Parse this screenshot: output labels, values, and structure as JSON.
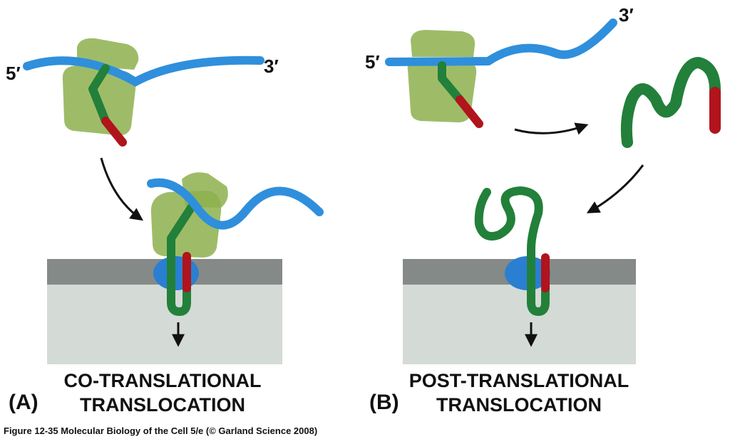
{
  "panel_a": {
    "letter": "(A)",
    "title_line1": "CO-TRANSLATIONAL",
    "title_line2": "TRANSLOCATION",
    "mrna_5": "5′",
    "mrna_3": "3′"
  },
  "panel_b": {
    "letter": "(B)",
    "title_line1": "POST-TRANSLATIONAL",
    "title_line2": "TRANSLOCATION",
    "mrna_5": "5′",
    "mrna_3": "3′"
  },
  "caption": "Figure 12-35  Molecular Biology of the Cell 5/e (© Garland Science 2008)",
  "colors": {
    "mrna": "#2f8fdc",
    "ribosome": "#8db04e",
    "polypeptide": "#22803a",
    "signal_sequence": "#b0141c",
    "translocator": "#2a7fd0",
    "membrane_top": "#858a88",
    "lumen": "#d4dad6"
  }
}
